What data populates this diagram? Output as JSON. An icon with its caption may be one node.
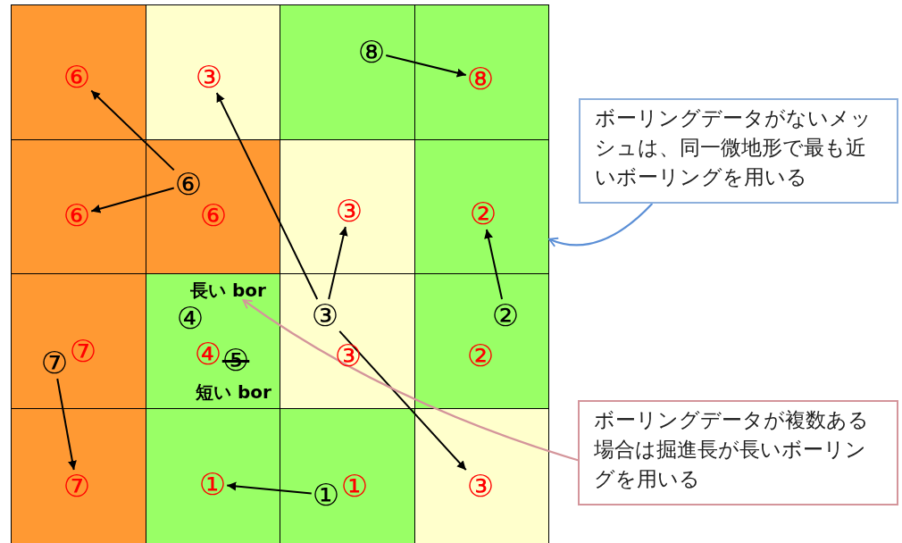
{
  "diagram": {
    "nodes": [
      {
        "text": [],
        "shape": "box"
      },
      {
        "text": [
          "⑥"
        ],
        "in": 0
      },
      {
        "text": [],
        "shape": "box"
      },
      {
        "text": [
          "③"
        ],
        "in": 2
      },
      {
        "text": [],
        "shape": "box"
      },
      {
        "text": [
          "⑧"
        ],
        "in": 4
      },
      {
        "text": [],
        "shape": "box"
      },
      {
        "text": [
          "⑧"
        ],
        "in": 6
      },
      {
        "text": [],
        "shape": "box"
      },
      {
        "text": [
          "⑥"
        ],
        "in": 8
      },
      {
        "text": [],
        "shape": "box"
      },
      {
        "text": [
          "⑥"
        ],
        "in": 10
      },
      {
        "text": [
          "⑥"
        ],
        "in": 10
      },
      {
        "text": [],
        "shape": "box"
      },
      {
        "text": [
          "③"
        ],
        "in": 13
      },
      {
        "text": [],
        "shape": "box"
      },
      {
        "text": [
          "②"
        ],
        "in": 15
      },
      {
        "text": [],
        "shape": "box"
      },
      {
        "text": [
          "⑦"
        ],
        "in": 17
      },
      {
        "text": [
          "⑦"
        ],
        "in": 17
      },
      {
        "text": [],
        "shape": "box"
      },
      {
        "text": [
          "長い bor"
        ],
        "in": 20
      },
      {
        "text": [
          "④"
        ],
        "in": 20
      },
      {
        "text": [
          "④"
        ],
        "in": 20
      },
      {
        "text": [
          "⑤"
        ],
        "in": 20
      },
      {
        "text": [
          "短い bor"
        ],
        "in": 20
      },
      {
        "text": [],
        "shape": "box"
      },
      {
        "text": [
          "③"
        ],
        "in": 26
      },
      {
        "text": [
          "③"
        ],
        "in": 26
      },
      {
        "text": [],
        "shape": "box"
      },
      {
        "text": [
          "②"
        ],
        "in": 29
      },
      {
        "text": [
          "②"
        ],
        "in": 29
      },
      {
        "text": [],
        "shape": "box"
      },
      {
        "text": [
          "⑦"
        ],
        "in": 32
      },
      {
        "text": [],
        "shape": "box"
      },
      {
        "text": [
          "①"
        ],
        "in": 34
      },
      {
        "text": [],
        "shape": "box"
      },
      {
        "text": [
          "①"
        ],
        "in": 36
      },
      {
        "text": [
          "①"
        ],
        "in": 36
      },
      {
        "text": [],
        "shape": "box"
      },
      {
        "text": [
          "③"
        ],
        "in": 39
      },
      {
        "text": [
          "ボーリングデータがないメッシュは、同一微地形で最も近いボーリングを用いる"
        ]
      },
      {
        "text": [
          "ボーリングデータが複数ある場合は掘進長が長いボーリングを用いる"
        ]
      }
    ],
    "edges": [
      {
        "from": 5,
        "to": 7,
        "arrow": "to"
      },
      {
        "from": 11,
        "to": 1,
        "arrow": "to"
      },
      {
        "from": 11,
        "to": 9,
        "arrow": "to"
      },
      {
        "from": 27,
        "to": 3,
        "arrow": "to"
      },
      {
        "from": 27,
        "to": 14,
        "arrow": "to"
      },
      {
        "from": 27,
        "to": 40,
        "arrow": "to"
      },
      {
        "from": 30,
        "to": 16,
        "arrow": "to"
      },
      {
        "from": 18,
        "to": 33,
        "arrow": "to"
      },
      {
        "from": 37,
        "to": 35,
        "arrow": "to"
      },
      {
        "from": 41,
        "to": 15,
        "arrow": "to",
        "color": "#5b8fd6"
      },
      {
        "from": 42,
        "to": 21,
        "arrow": "to",
        "color": "#d4959b"
      }
    ]
  }
}
